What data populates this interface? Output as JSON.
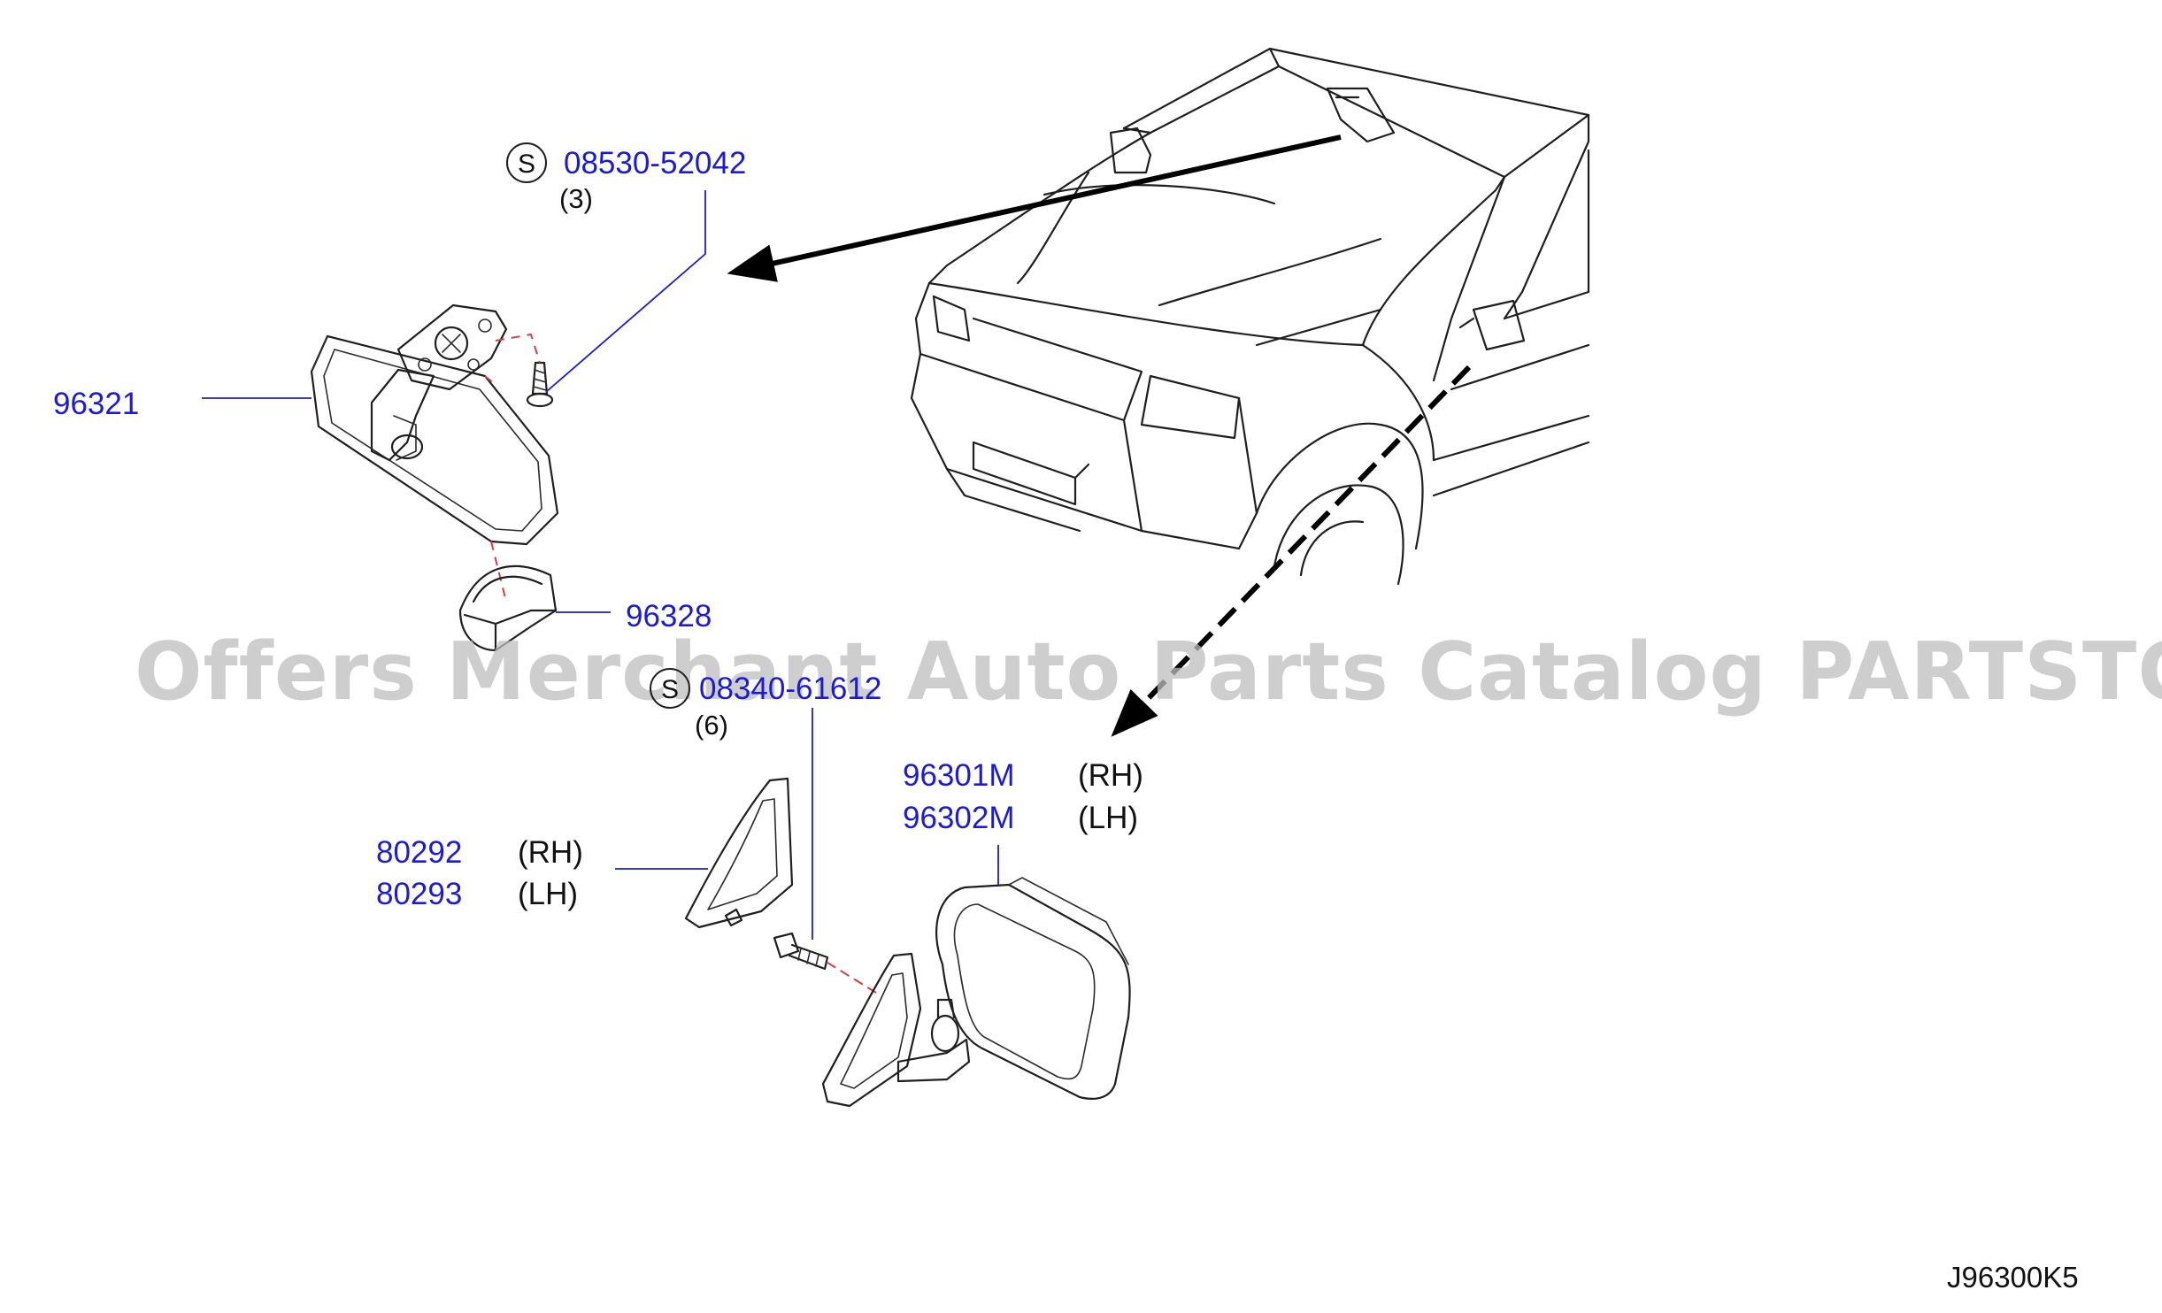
{
  "callouts": {
    "screw_top": {
      "s_mark": "S",
      "part": "08530-52042",
      "qty": "(3)"
    },
    "inner_mirror": {
      "part": "96321"
    },
    "mirror_cover": {
      "part": "96328"
    },
    "bolt_mid": {
      "s_mark": "S",
      "part": "08340-61612",
      "qty": "(6)"
    },
    "door_mirror_rh": {
      "part": "96301M",
      "side": "(RH)"
    },
    "door_mirror_lh": {
      "part": "96302M",
      "side": "(LH)"
    },
    "corner_finisher_rh": {
      "part": "80292",
      "side": "(RH)"
    },
    "corner_finisher_lh": {
      "part": "80293",
      "side": "(LH)"
    }
  },
  "diagram_ref": "J96300K5",
  "watermark": "Offers Merchant Auto Parts Catalog PARTSTORE.SA",
  "colors": {
    "part_number": "#1a1adf",
    "assembly_dash": "#e23b3b",
    "ink": "#1f1f1f"
  }
}
